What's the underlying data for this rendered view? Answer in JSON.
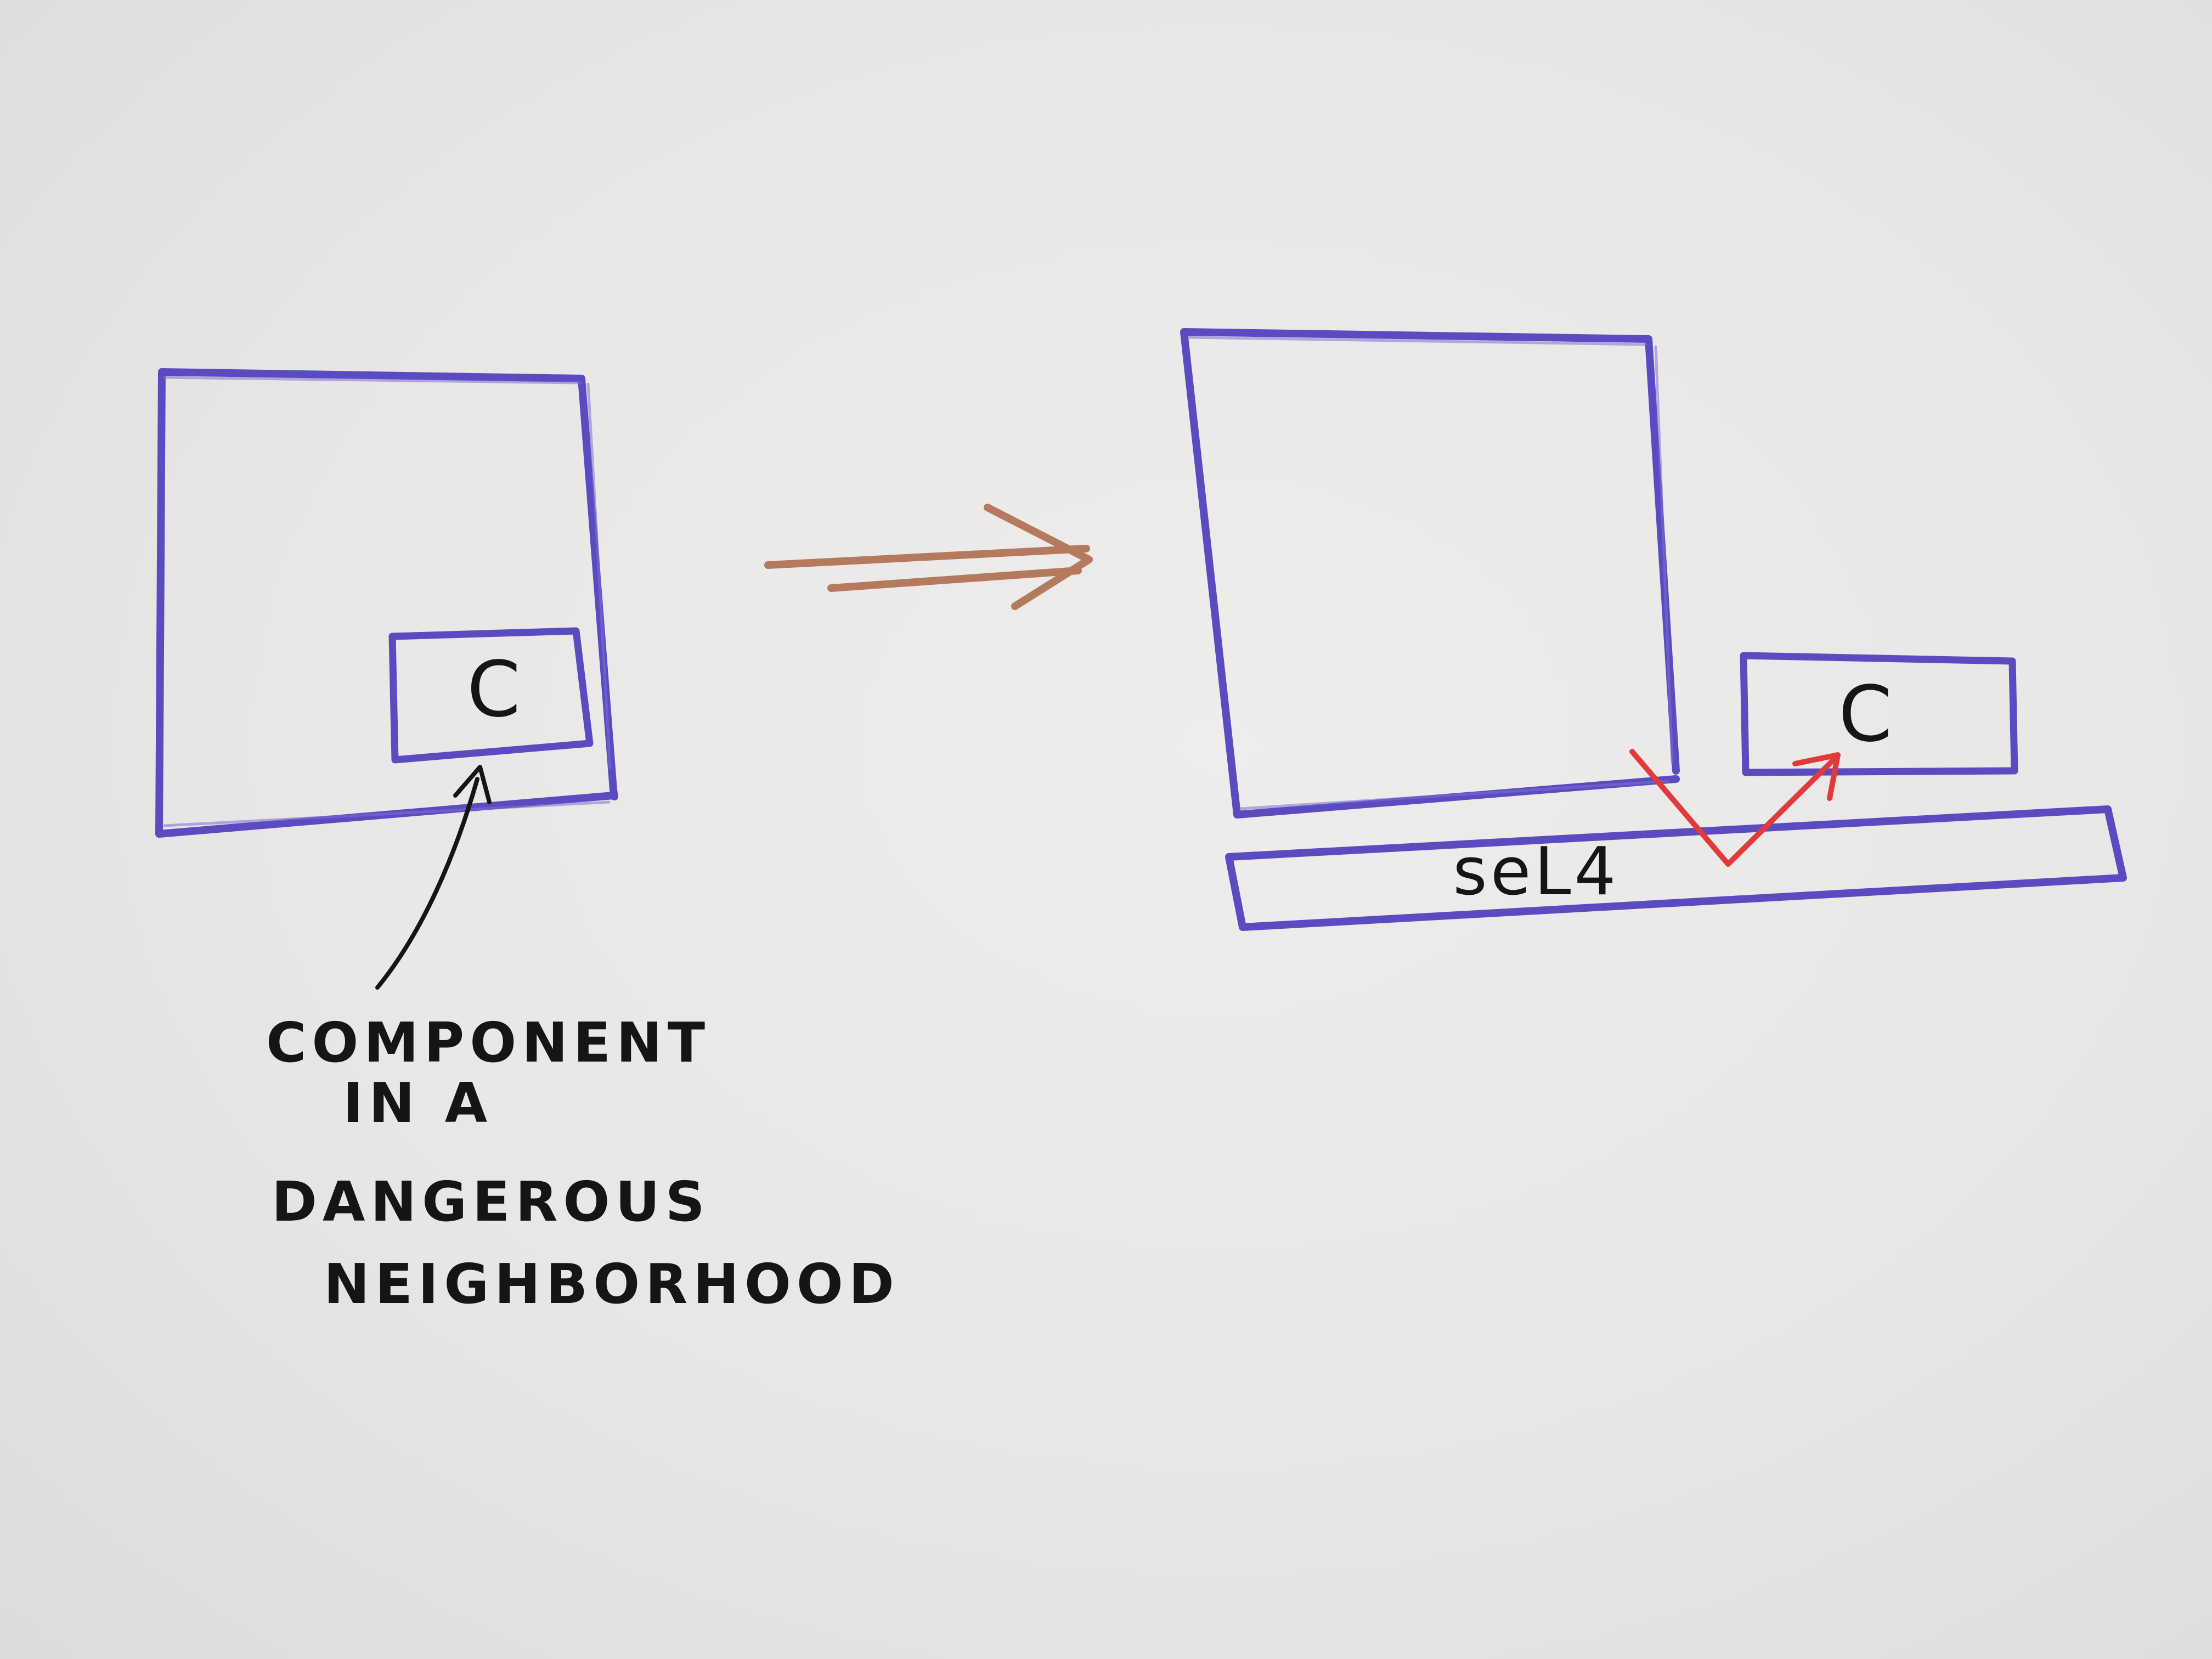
{
  "left_diagram": {
    "component_label": "C",
    "annotation_lines": [
      "COMPONENT",
      "IN A",
      "DANGEROUS",
      "NEIGHBORHOOD"
    ]
  },
  "right_diagram": {
    "component_label": "C",
    "kernel_label": "seL4"
  },
  "colors": {
    "paper": "#e9e8e6",
    "box_stroke": "#5a4cc0",
    "transition_arrow": "#b57a5e",
    "check_mark": "#e23a3a",
    "ink": "#151515"
  },
  "icons": {
    "transition": "double-arrow-icon",
    "pointer": "pointer-arrow-icon",
    "check": "check-arrow-icon"
  }
}
